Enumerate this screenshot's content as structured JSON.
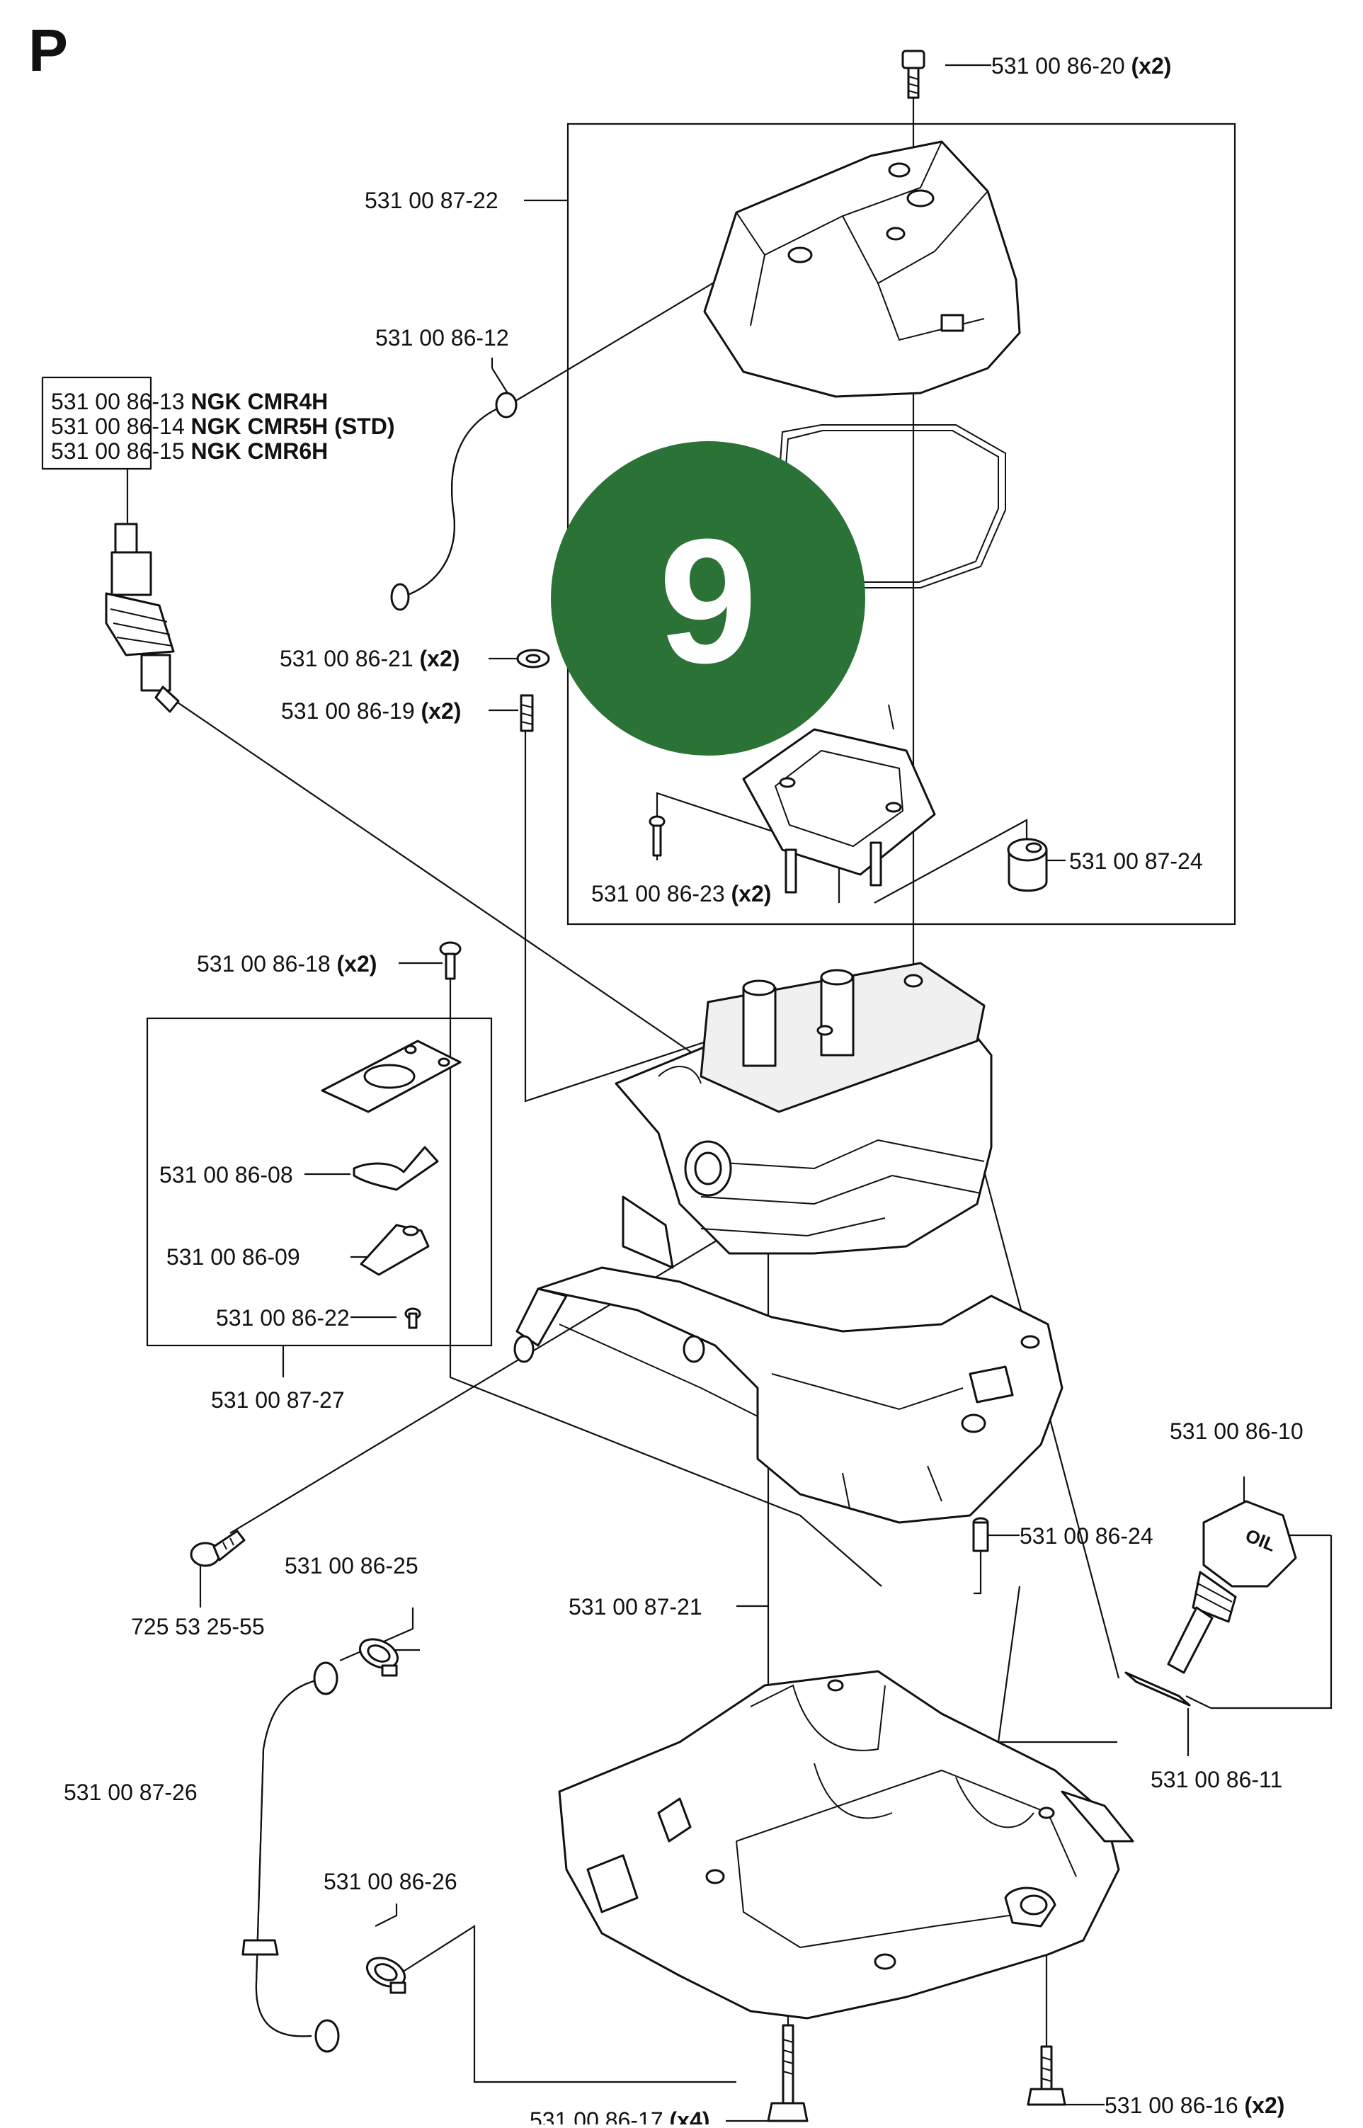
{
  "section_letter": "P",
  "badge": {
    "number": "9",
    "color": "#2a7236"
  },
  "labels": {
    "p_86_20": {
      "code": "531 00 86-20",
      "qty": "(x2)"
    },
    "p_87_22": {
      "code": "531 00 87-22"
    },
    "p_86_12": {
      "code": "531 00 86-12"
    },
    "plug_13": {
      "code": "531 00 86-13",
      "desc": "NGK CMR4H"
    },
    "plug_14": {
      "code": "531 00 86-14",
      "desc": "NGK CMR5H (STD)"
    },
    "plug_15": {
      "code": "531 00 86-15",
      "desc": "NGK CMR6H"
    },
    "p_86_21": {
      "code": "531 00 86-21",
      "qty": "(x2)"
    },
    "p_86_19": {
      "code": "531 00 86-19",
      "qty": "(x2)"
    },
    "p_86_23": {
      "code": "531 00 86-23",
      "qty": "(x2)"
    },
    "p_87_24": {
      "code": "531 00 87-24"
    },
    "p_86_18": {
      "code": "531 00 86-18",
      "qty": "(x2)"
    },
    "p_86_08": {
      "code": "531 00 86-08"
    },
    "p_86_09": {
      "code": "531 00 86-09"
    },
    "p_86_22": {
      "code": "531 00 86-22"
    },
    "p_87_27": {
      "code": "531 00 87-27"
    },
    "p_86_10": {
      "code": "531 00 86-10"
    },
    "p_86_24": {
      "code": "531 00 86-24"
    },
    "p_725": {
      "code": "725 53 25-55"
    },
    "p_86_25": {
      "code": "531 00 86-25"
    },
    "p_87_21": {
      "code": "531 00 87-21"
    },
    "p_86_11": {
      "code": "531 00 86-11"
    },
    "p_87_26": {
      "code": "531 00 87-26"
    },
    "p_86_26": {
      "code": "531 00 86-26"
    },
    "p_86_17": {
      "code": "531 00 86-17",
      "qty": "(x4)"
    },
    "p_86_16": {
      "code": "531 00 86-16",
      "qty": "(x2)"
    }
  },
  "oil_cap_text": "OIL"
}
